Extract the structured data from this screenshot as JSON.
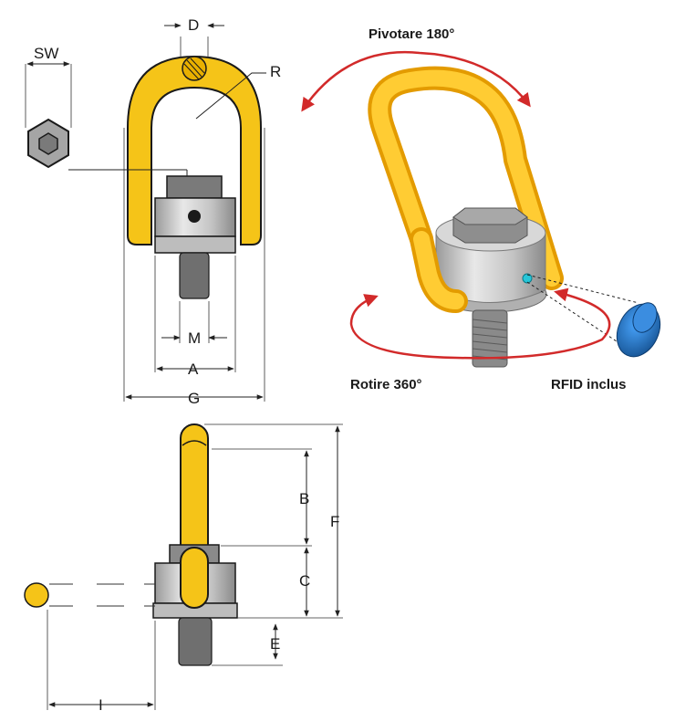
{
  "dimension_labels": {
    "d": "D",
    "sw": "SW",
    "r": "R",
    "m": "M",
    "a": "A",
    "g": "G",
    "b": "B",
    "c": "C",
    "f": "F",
    "e": "E",
    "i": "I"
  },
  "captions": {
    "pivot": "Pivotare 180°",
    "rotate": "Rotire 360°",
    "rfid": "RFID inclus"
  },
  "colors": {
    "ring_yellow": "#f5c418",
    "ring_outline": "#1a1a1a",
    "steel_body": "#c9c9c9",
    "steel_dark": "#8a8a8a",
    "arrow_red": "#d22a2a",
    "rfid_blue": "#1f6fc0"
  }
}
